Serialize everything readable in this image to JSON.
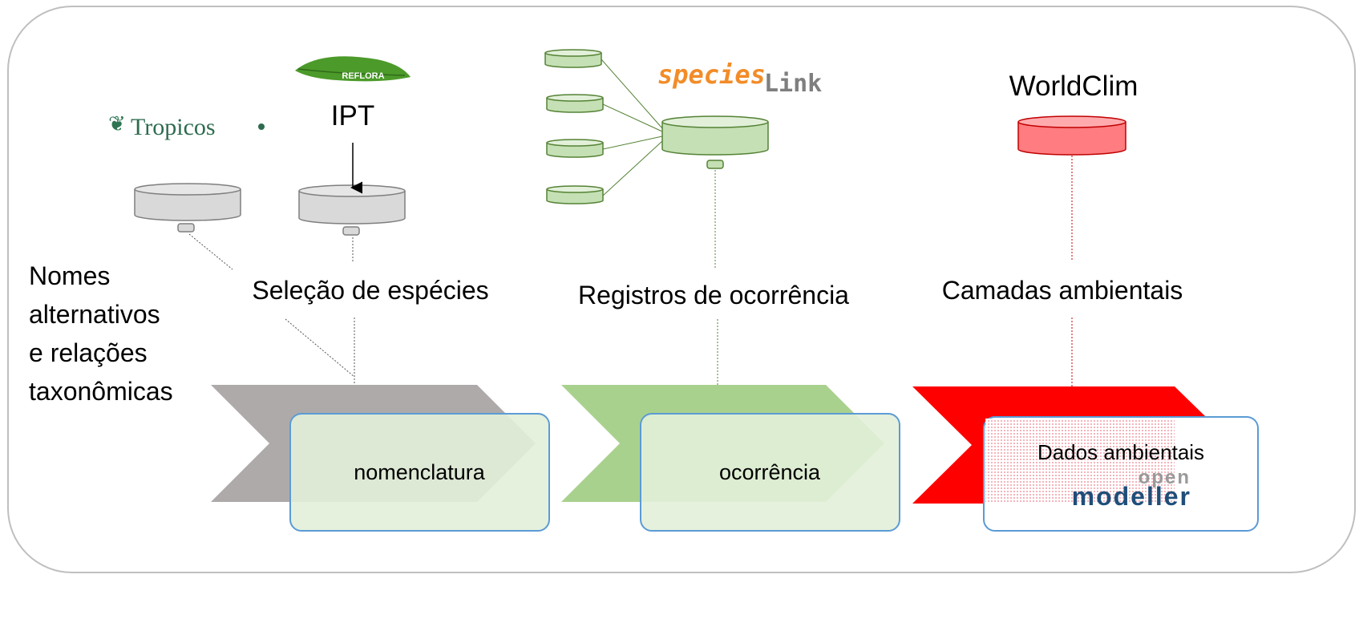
{
  "logos": {
    "tropicos": "Tropicos",
    "reflora": "REFLORA",
    "specieslink_a": "species",
    "specieslink_b": "Link",
    "openmodeller_a": "open",
    "openmodeller_b": "modeller"
  },
  "labels": {
    "ipt": "IPT",
    "worldclim": "WorldClim",
    "nomes": [
      "Nomes",
      "alternativos",
      "e relações",
      "taxonômicas"
    ],
    "selecao": "Seleção de espécies",
    "registros": "Registros de ocorrência",
    "camadas": "Camadas ambientais"
  },
  "stages": [
    {
      "label": "nomenclatura",
      "color": "#aeaaaa"
    },
    {
      "label": "ocorrência",
      "color": "#a9d18e"
    },
    {
      "label": "Dados ambientais",
      "color": "#ff0000"
    }
  ],
  "colors": {
    "box_fill": "#e2f0d9",
    "box_border": "#5b9bd5",
    "db_gray": "#d9d9d9",
    "db_green": "#c5e0b4",
    "db_red": "#ff7c80",
    "openmodeller_blue": "#1f4e79"
  }
}
